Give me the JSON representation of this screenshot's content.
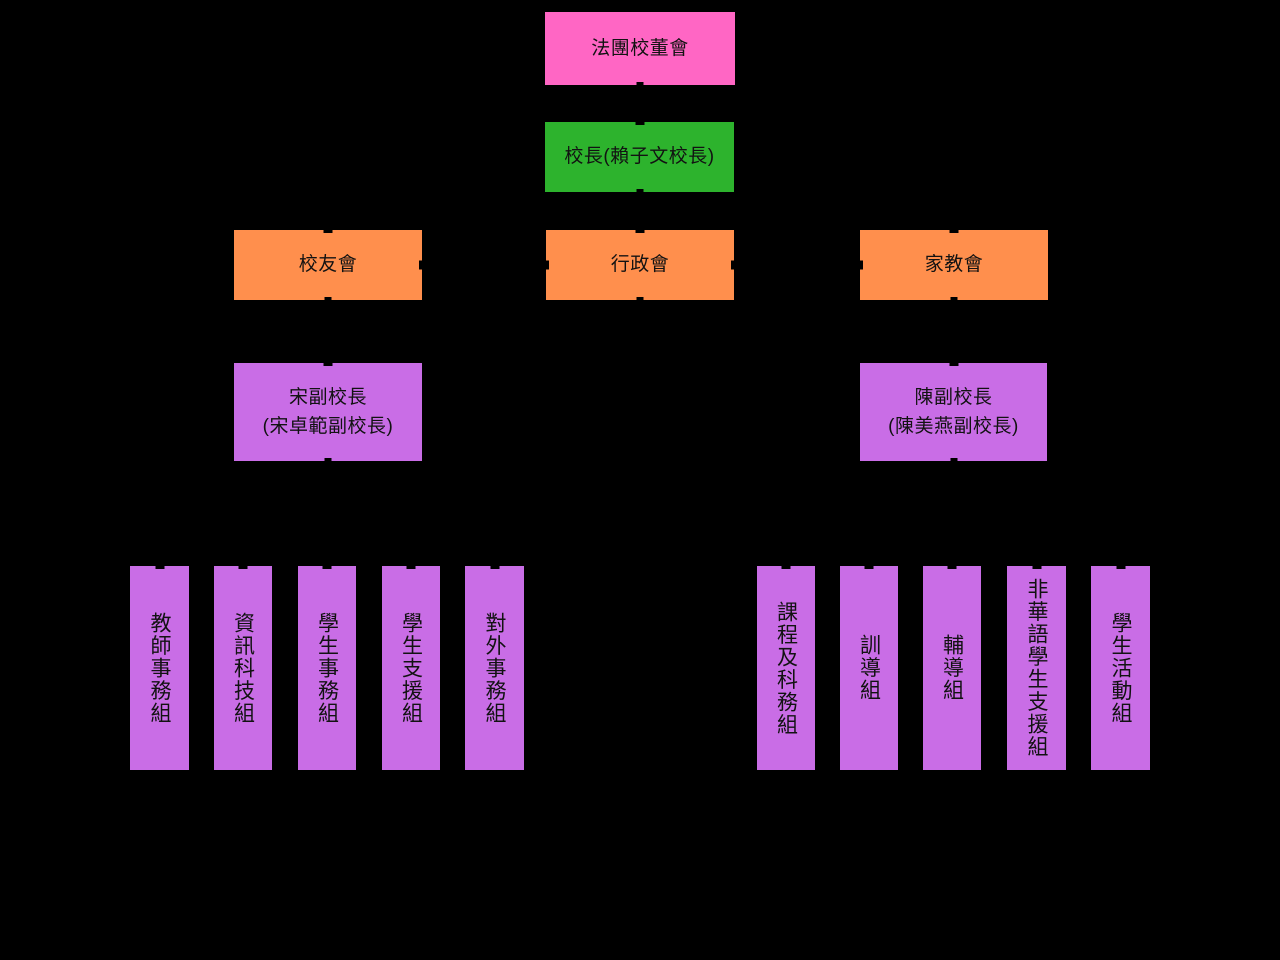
{
  "colors": {
    "background": "#000000",
    "board_pink": "#FF66C4",
    "principal_green": "#2DB32D",
    "council_orange": "#FF8F4D",
    "team_purple": "#C96DE6",
    "text": "#121212"
  },
  "nodes": {
    "board": {
      "label": "法團校董會"
    },
    "principal": {
      "label": "校長(賴子文校長)"
    },
    "alumni": {
      "label": "校友會"
    },
    "admin_council": {
      "label": "行政會"
    },
    "pta": {
      "label": "家教會"
    },
    "vp_song": {
      "line1": "宋副校長",
      "line2": "(宋卓範副校長)"
    },
    "vp_chan": {
      "line1": "陳副校長",
      "line2": "(陳美燕副校長)"
    },
    "left_teams": [
      "教師事務組",
      "資訊科技組",
      "學生事務組",
      "學生支援組",
      "對外事務組"
    ],
    "right_teams": [
      "課程及科務組",
      "訓導組",
      "輔導組",
      "非華語學生支援組",
      "學生活動組"
    ]
  }
}
